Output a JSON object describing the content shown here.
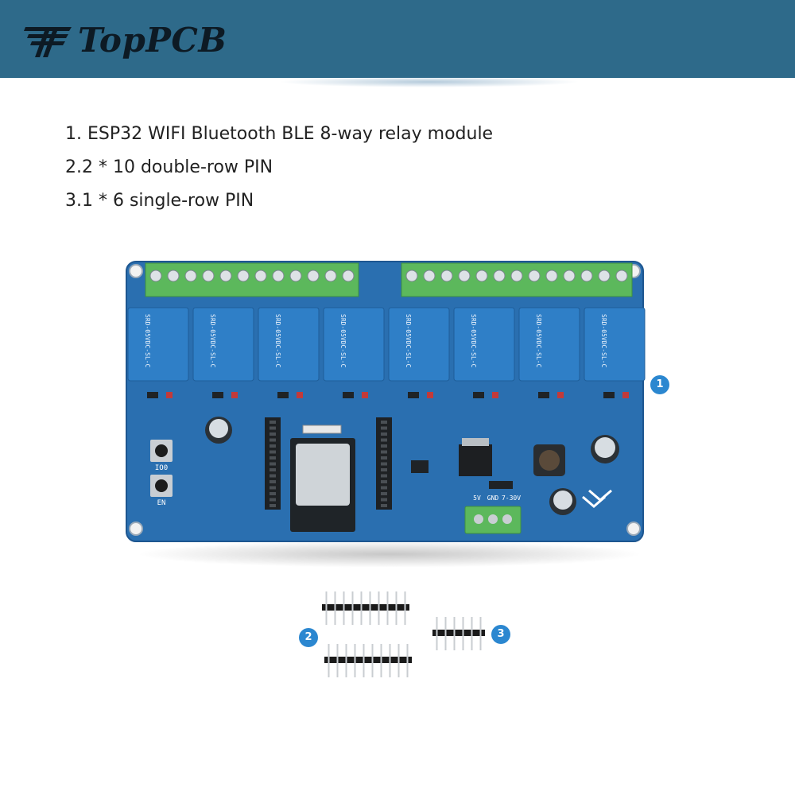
{
  "header": {
    "brand": "TopPCB",
    "logo_icon": "toppcb-stripes-logo-icon",
    "background": "#2e6a8a"
  },
  "items": [
    "1. ESP32 WIFI Bluetooth BLE 8-way relay module",
    "2.2 * 10 double-row PIN",
    "3.1 * 6 single-row PIN"
  ],
  "board": {
    "relay_label": "SRD-05VDC-SL-C",
    "button_labels": [
      "IO0",
      "EN"
    ],
    "power_labels": [
      "5V",
      "GND",
      "7-30V"
    ],
    "relay_count": 8,
    "colors": {
      "pcb": "#2a6fb0",
      "relay": "#2f7fc7",
      "terminal": "#5cb85c"
    }
  },
  "markers": [
    "1",
    "2",
    "3"
  ]
}
